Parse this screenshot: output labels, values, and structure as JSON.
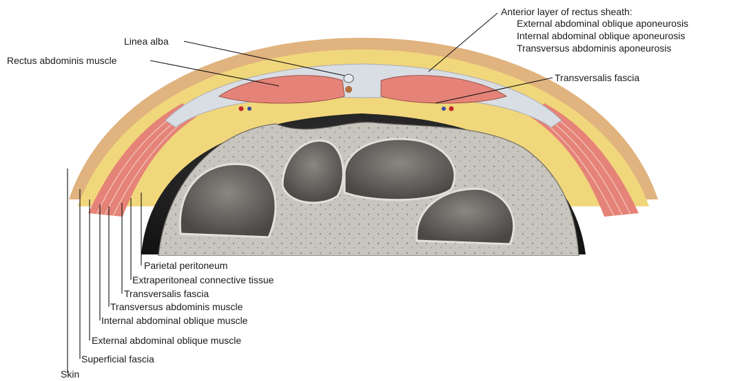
{
  "labels": {
    "linea_alba": "Linea alba",
    "rectus_abdominis_muscle": "Rectus abdominis muscle",
    "anterior_layer_title": "Anterior layer of rectus sheath:",
    "anterior_layer_items": [
      "External abdominal oblique aponeurosis",
      "Internal abdominal oblique aponeurosis",
      "Transversus abdominis aponeurosis"
    ],
    "transversalis_fascia_right": "Transversalis fascia",
    "parietal_peritoneum": "Parietal peritoneum",
    "extraperitoneal_connective_tissue": "Extraperitoneal connective tissue",
    "transversalis_fascia_left": "Transversalis fascia",
    "transversus_abdominis_muscle": "Transversus abdominis muscle",
    "internal_abdominal_oblique_muscle": "Internal abdominal oblique muscle",
    "external_abdominal_oblique_muscle": "External abdominal oblique muscle",
    "superficial_fascia": "Superficial fascia",
    "skin": "Skin"
  },
  "colors": {
    "skin": "#e0b37f",
    "superficial_fascia": "#f1d77b",
    "muscle": "#e58378",
    "fascia": "#d9dde4",
    "peritoneal_cavity": "#1e1e1e",
    "bowel": "#b2aea8"
  }
}
